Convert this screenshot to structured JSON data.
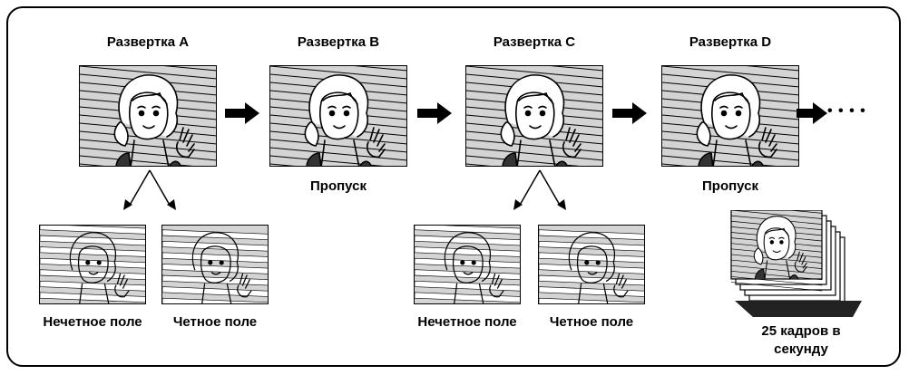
{
  "scans": [
    {
      "label": "Развертка A"
    },
    {
      "label": "Развертка B",
      "note": "Пропуск"
    },
    {
      "label": "Развертка C"
    },
    {
      "label": "Развертка D",
      "note": "Пропуск"
    }
  ],
  "fields": {
    "odd": "Нечетное поле",
    "even": "Четное поле"
  },
  "frames_note": "25 кадров в секунду",
  "continuation": "• • • •",
  "colors": {
    "line": "#000000",
    "shade": "#d4d4d4",
    "background": "#ffffff"
  }
}
